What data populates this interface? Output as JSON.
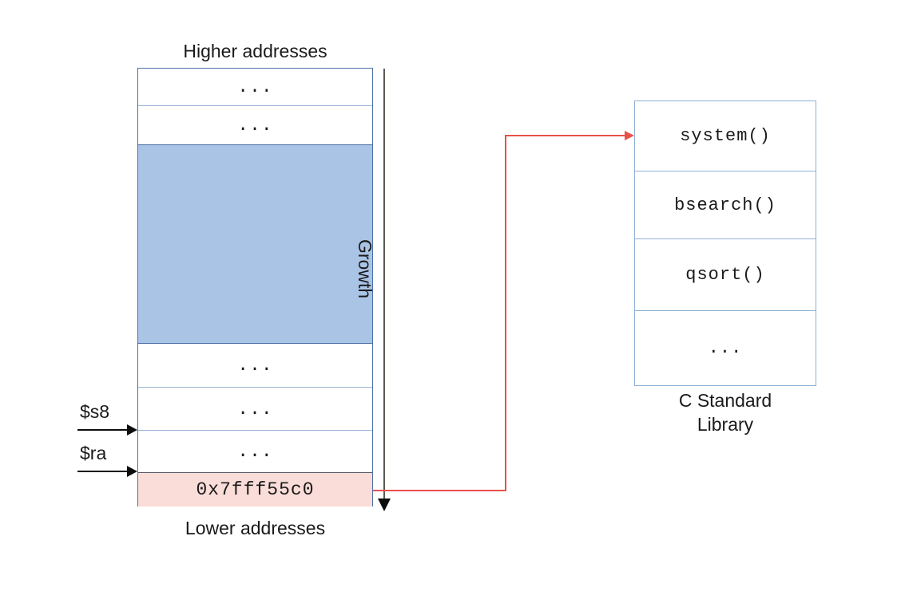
{
  "diagram": {
    "title_top": "Higher addresses",
    "title_bottom": "Lower addresses",
    "growth_label": "Growth",
    "library_caption_line1": "C Standard",
    "library_caption_line2": "Library"
  },
  "stack": {
    "cells": [
      {
        "text": "...",
        "kind": "empty"
      },
      {
        "text": "...",
        "kind": "empty"
      },
      {
        "text": "",
        "kind": "buffer"
      },
      {
        "text": "...",
        "kind": "empty"
      },
      {
        "text": "...",
        "kind": "empty"
      },
      {
        "text": "...",
        "kind": "empty"
      },
      {
        "text": "0x7fff55c0",
        "kind": "return-address"
      }
    ],
    "pointers": [
      {
        "label": "$s8"
      },
      {
        "label": "$ra"
      }
    ]
  },
  "library": {
    "entries": [
      {
        "name": "system()"
      },
      {
        "name": "bsearch()"
      },
      {
        "name": "qsort()"
      },
      {
        "name": "..."
      }
    ]
  },
  "colors": {
    "buffer_fill": "#aac4e6",
    "return_address_fill": "#fadcd8",
    "stack_border": "#4a6fa5",
    "library_border": "#8fb0d4",
    "call_arrow": "#e8514a",
    "growth_arrow": "#5c5a52",
    "text": "#1a1a1a"
  }
}
